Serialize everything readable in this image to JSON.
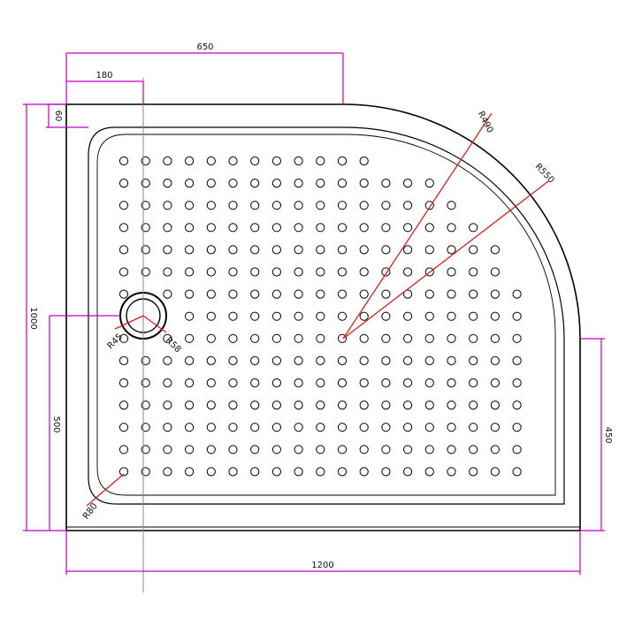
{
  "drawing": {
    "dimensions": {
      "width_top": "650",
      "offset_drain_x": "180",
      "offset_top": "60",
      "height_total": "1000",
      "drain_height": "500",
      "width_total": "1200",
      "right_straight": "450"
    },
    "radii": {
      "inner_arc": "R490",
      "outer_arc": "R550",
      "drain_inner": "R45",
      "drain_outer": "R58",
      "corner": "R80"
    }
  },
  "colors": {
    "outline": "#000000",
    "dimension_line": "#c000c0",
    "radius_line": "#d62020",
    "centerline": "#888888"
  },
  "icons": {
    "drain": "drain-icon",
    "anti_slip_dot": "anti-slip-dot"
  }
}
